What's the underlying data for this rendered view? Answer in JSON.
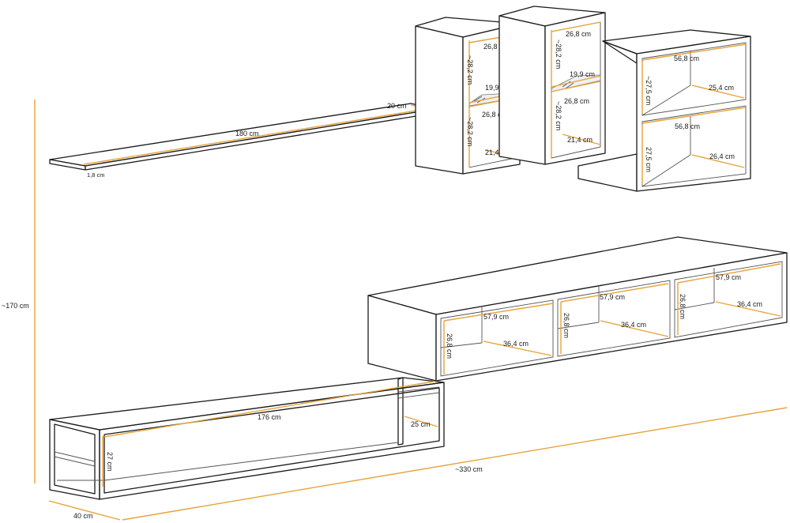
{
  "diagram": {
    "overall": {
      "height": "~170 cm",
      "width": "~330 cm",
      "depth": "40 cm"
    },
    "wall_shelf": {
      "length": "180 cm",
      "depth": "20 cm",
      "thickness": "1,8 cm"
    },
    "glass_cabinet_left": {
      "width_top": "26,8 cm",
      "height_top": "~28,2 cm",
      "glass_depth": "19,9 cm",
      "width_mid": "26,8 cm",
      "height_bottom": "~28,2 cm",
      "depth": "21,4 cm"
    },
    "glass_cabinet_right": {
      "width_top": "26,8 cm",
      "height_top": "~28,2 cm",
      "glass_depth": "19,9 cm",
      "width_mid": "26,8 cm",
      "height_bottom": "~28,2 cm",
      "depth": "21,4 cm"
    },
    "square_cabinet": {
      "width_top": "56,8 cm",
      "height_top": "~27,5 cm",
      "depth_top": "25,4 cm",
      "width_bottom": "56,8 cm",
      "height_bottom": "27,5 cm",
      "depth_bottom": "26,4 cm"
    },
    "tv_cabinet": {
      "comp1": {
        "width": "57,9 cm",
        "height": "26,8 cm",
        "depth": "36,4 cm"
      },
      "comp2": {
        "width": "57,9 cm",
        "height": "26,8 cm",
        "depth": "36,4 cm"
      },
      "comp3": {
        "width": "57,9 cm",
        "height": "26,8 cm",
        "depth": "36,4 cm"
      }
    },
    "bench": {
      "length": "176 cm",
      "height": "27 cm",
      "depth": "25 cm"
    }
  },
  "colors": {
    "dimension_line": "#e8a33a",
    "outline": "#1a1a1a"
  }
}
